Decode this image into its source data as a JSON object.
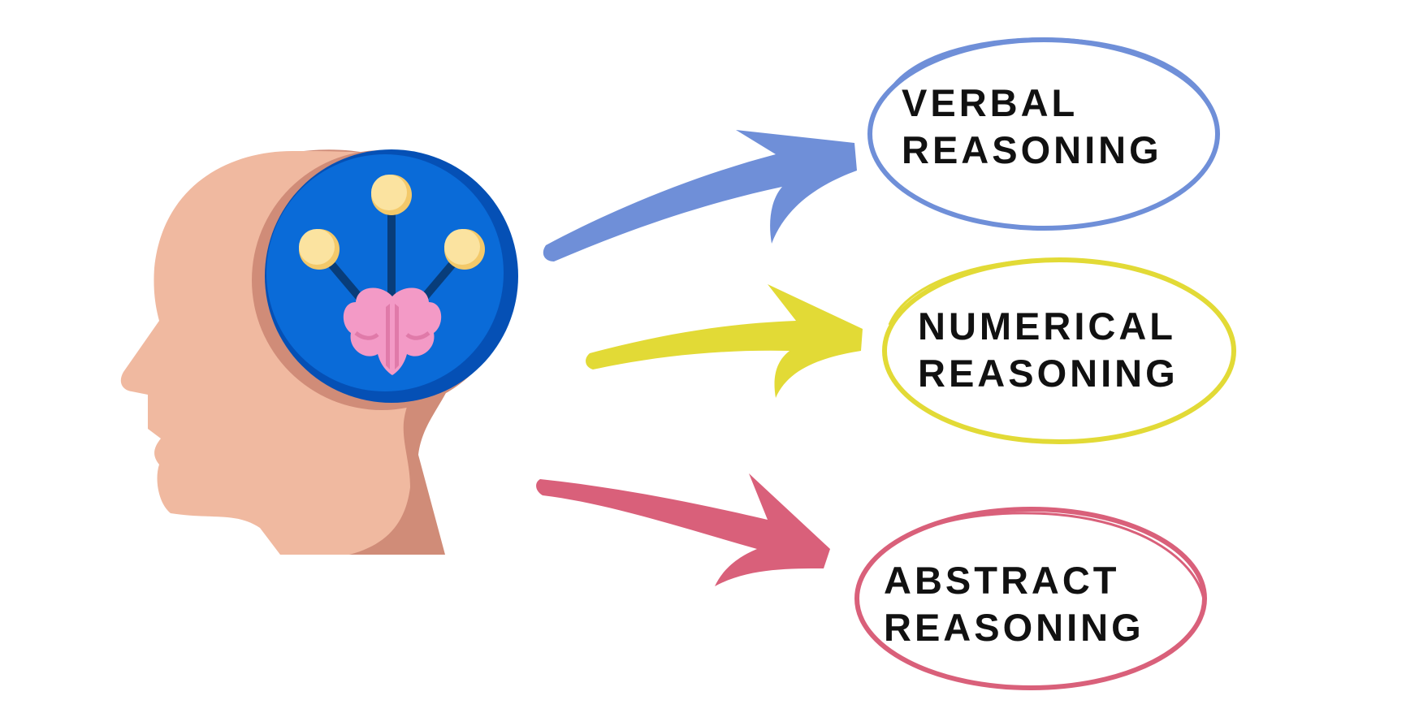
{
  "colors": {
    "background": "#ffffff",
    "skin": "#f0b9a0",
    "skin_shadow": "#d08c78",
    "brain_circle": "#0a6bd8",
    "brain_circle_dark": "#0550b5",
    "node": "#fbe3a0",
    "node_shade": "#f3c96a",
    "connector": "#083d7a",
    "brain": "#f39ac6",
    "brain_shade": "#e07aa9",
    "verbal": "#6f8fd8",
    "numerical": "#e2da36",
    "abstract": "#d9607a"
  },
  "icons": {
    "head": "head-profile-icon",
    "brain": "brain-icon"
  },
  "items": [
    {
      "id": "verbal",
      "line1": "VERBAL",
      "line2": "REASONING",
      "color_key": "verbal"
    },
    {
      "id": "numerical",
      "line1": "NUMERICAL",
      "line2": "REASONING",
      "color_key": "numerical"
    },
    {
      "id": "abstract",
      "line1": "ABSTRACT",
      "line2": "REASONING",
      "color_key": "abstract"
    }
  ]
}
